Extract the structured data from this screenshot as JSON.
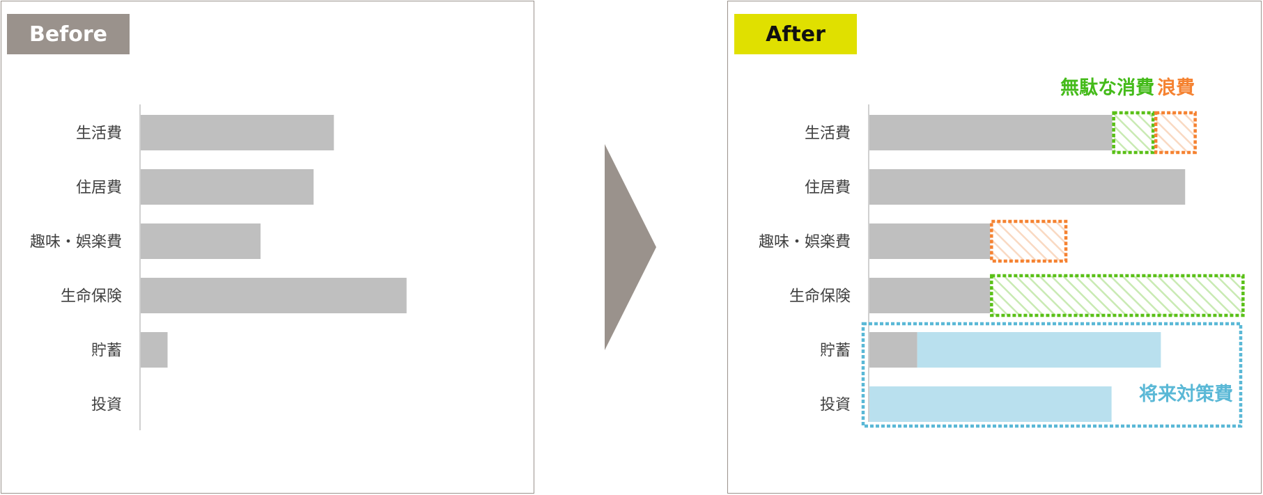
{
  "before": {
    "badge": "Before",
    "badge_color": "#9a928c",
    "chart_data": {
      "type": "bar",
      "orientation": "horizontal",
      "categories": [
        "生活費",
        "住居費",
        "趣味・娯楽費",
        "生命保険",
        "貯蓄",
        "投資"
      ],
      "values": [
        295,
        264,
        183,
        406,
        41,
        0
      ],
      "bar_color": "#bfbfbf",
      "xlim": [
        0,
        600
      ]
    }
  },
  "after": {
    "badge": "After",
    "badge_color": "#e0e000",
    "chart_data": {
      "type": "bar",
      "orientation": "horizontal",
      "stacked": true,
      "categories": [
        "生活費",
        "住居費",
        "趣味・娯楽費",
        "生命保険",
        "貯蓄",
        "投資"
      ],
      "series": [
        {
          "key": "base",
          "color": "#bfbfbf",
          "values": [
            340,
            442,
            169,
            169,
            67,
            0
          ]
        },
        {
          "key": "future",
          "color": "#b9e0ee",
          "values": [
            0,
            0,
            0,
            0,
            341,
            339
          ]
        },
        {
          "key": "waste",
          "color": "#5ac018",
          "hatched": true,
          "values": [
            59,
            0,
            0,
            356,
            0,
            0
          ]
        },
        {
          "key": "squander",
          "color": "#f58231",
          "hatched": true,
          "values": [
            59,
            0,
            108,
            0,
            0,
            0
          ]
        }
      ],
      "xlim": [
        0,
        550
      ],
      "annotations": {
        "waste_label": "無駄な消費",
        "squander_label": "浪費",
        "future_label": "将来対策費",
        "waste_color": "#44bb1a",
        "squander_color": "#f58231",
        "future_color": "#5ab8d6"
      }
    }
  }
}
